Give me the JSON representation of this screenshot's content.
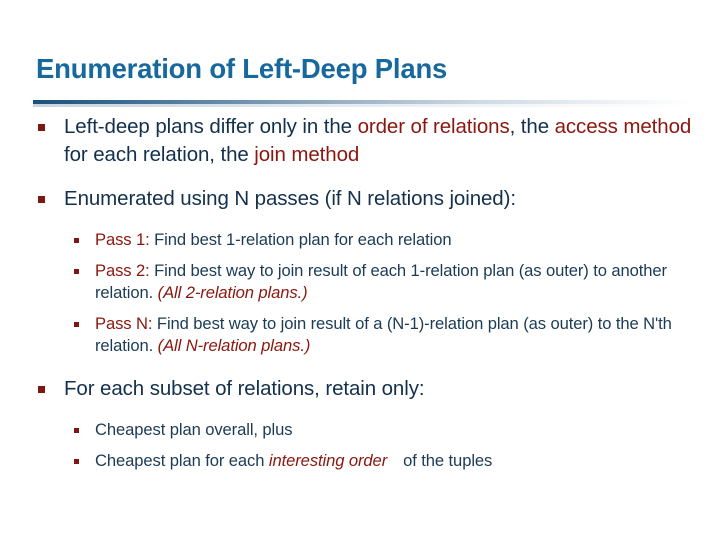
{
  "slide": {
    "title": "Enumeration of Left-Deep Plans",
    "colors": {
      "title_blue": "#16689d",
      "body_blue": "#13304c",
      "sub_blue": "#1b3b55",
      "accent_red": "#8b1710",
      "bullet_red": "#7d1711",
      "background": "#ffffff"
    },
    "bullets": {
      "b1": {
        "seg1": "Left-deep plans differ only in the ",
        "seg2": "order of relations",
        "seg3": ", the ",
        "seg4": "access method",
        "seg5": " for each relation, the ",
        "seg6": "join method"
      },
      "b2": {
        "text": "Enumerated using N passes (if N relations joined):",
        "subs": {
          "s1": {
            "label": "Pass 1:",
            "body": "  Find best 1-relation plan for each relation"
          },
          "s2": {
            "label": "Pass 2:",
            "body": "  Find best way to join result of each 1-relation plan (as outer) to another relation.  ",
            "note": "(All 2-relation plans.)"
          },
          "s3": {
            "label": "Pass N:",
            "body": "  Find best way to join result of a (N-1)-relation plan (as outer) to the N'th relation.  ",
            "note": "(All N-relation plans.)"
          }
        }
      },
      "b3": {
        "text": "For each subset of relations, retain only:",
        "subs": {
          "s1": {
            "text": "Cheapest plan overall, plus"
          },
          "s2": {
            "pre": "Cheapest plan for each ",
            "em": "interesting order",
            "post": "of the tuples"
          }
        }
      }
    }
  }
}
